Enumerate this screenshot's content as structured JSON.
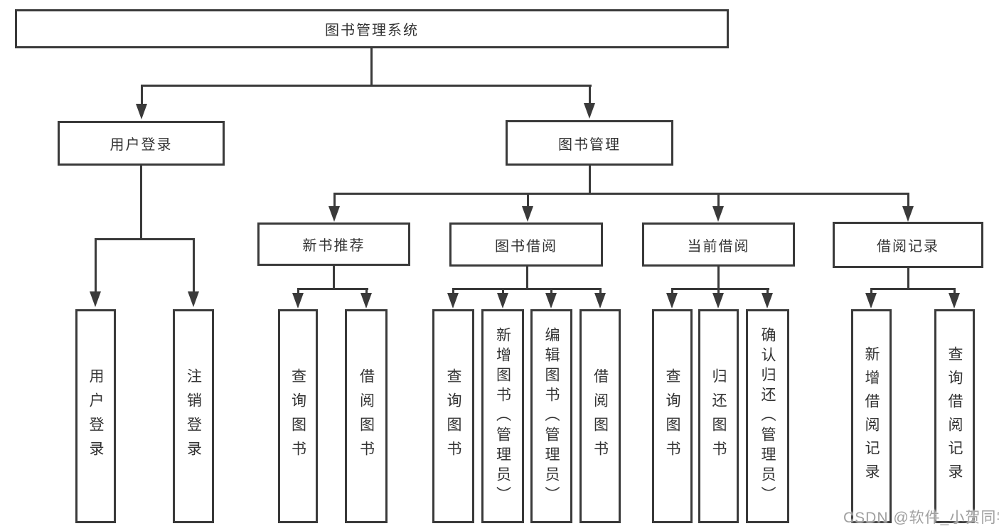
{
  "diagram": {
    "root": {
      "label": "图书管理系统"
    },
    "branches": [
      {
        "label": "用户登录",
        "children": [
          {
            "label": "用户登录"
          },
          {
            "label": "注销登录"
          }
        ]
      },
      {
        "label": "图书管理",
        "children": [
          {
            "label": "新书推荐",
            "children": [
              {
                "label": "查询图书"
              },
              {
                "label": "借阅图书"
              }
            ]
          },
          {
            "label": "图书借阅",
            "children": [
              {
                "label": "查询图书"
              },
              {
                "label": "新增图书（管理员）"
              },
              {
                "label": "编辑图书（管理员）"
              },
              {
                "label": "借阅图书"
              }
            ]
          },
          {
            "label": "当前借阅",
            "children": [
              {
                "label": "查询图书"
              },
              {
                "label": "归还图书"
              },
              {
                "label": "确认归还（管理员）"
              }
            ]
          },
          {
            "label": "借阅记录",
            "children": [
              {
                "label": "新增借阅记录"
              },
              {
                "label": "查询借阅记录"
              }
            ]
          }
        ]
      }
    ]
  },
  "watermark": {
    "text": "CSDN @软件_小贺同学"
  },
  "colors": {
    "line": "#3a3a3a",
    "text": "#333333",
    "background": "#ffffff",
    "watermark": "#a0a0a0"
  }
}
